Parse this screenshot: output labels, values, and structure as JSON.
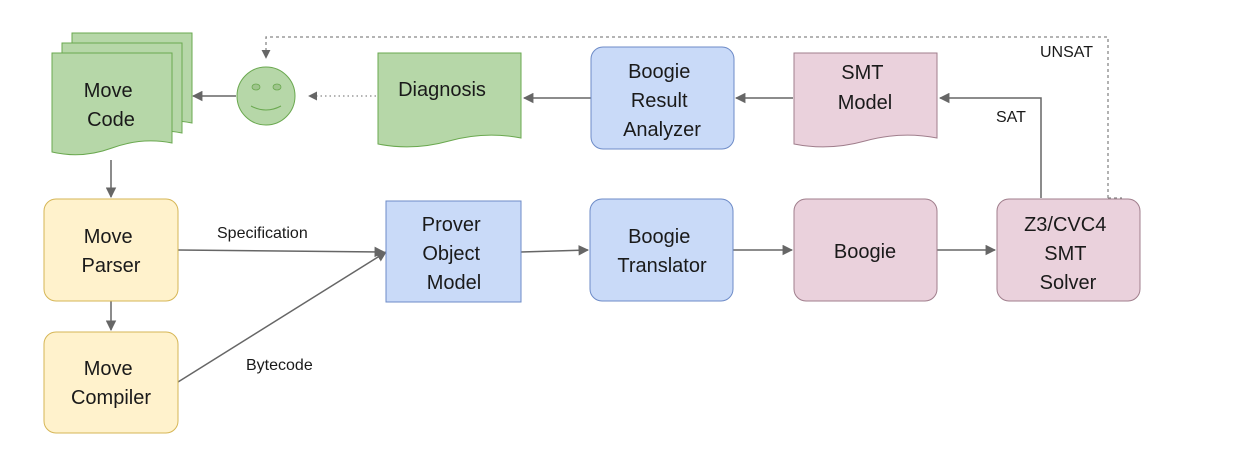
{
  "nodes": {
    "move_code": [
      "Move",
      "Code"
    ],
    "diagnosis": [
      "Diagnosis"
    ],
    "result_analyzer": [
      "Boogie",
      "Result",
      "Analyzer"
    ],
    "smt_model": [
      "SMT",
      "Model"
    ],
    "move_parser": [
      "Move",
      "Parser"
    ],
    "move_compiler": [
      "Move",
      "Compiler"
    ],
    "prover_object_model": [
      "Prover",
      "Object",
      "Model"
    ],
    "boogie_translator": [
      "Boogie",
      "Translator"
    ],
    "boogie": [
      "Boogie"
    ],
    "smt_solver": [
      "Z3/CVC4",
      "SMT",
      "Solver"
    ]
  },
  "edges": {
    "specification": "Specification",
    "bytecode": "Bytecode",
    "sat": "SAT",
    "unsat": "UNSAT"
  },
  "colors": {
    "green_fill": "#b6d7a8",
    "green_stroke": "#6aa84f",
    "yellow_fill": "#fff2cc",
    "yellow_stroke": "#d6b656",
    "blue_fill": "#c9daf8",
    "blue_stroke": "#6d8bc7",
    "pink_fill": "#ead1dc",
    "pink_stroke": "#a07e8c",
    "arrow": "#666666"
  },
  "icons": {
    "user": "smiley-face-icon"
  }
}
